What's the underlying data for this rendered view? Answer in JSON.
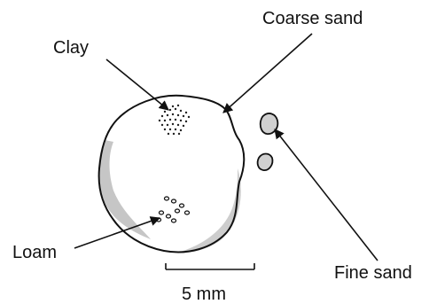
{
  "labels": {
    "coarse_sand": "Coarse sand",
    "clay": "Clay",
    "loam": "Loam",
    "fine_sand": "Fine sand",
    "scale": "5 mm"
  }
}
